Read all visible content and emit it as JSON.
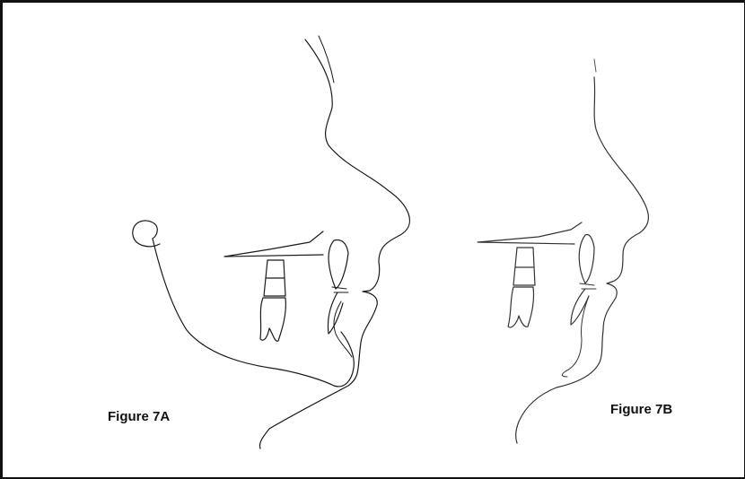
{
  "figures": [
    {
      "id": "7A",
      "label": "Figure 7A"
    },
    {
      "id": "7B",
      "label": "Figure 7B"
    }
  ],
  "colors": {
    "line": "#1a1a1a",
    "faint_line": "#555555",
    "background": "#ffffff"
  }
}
